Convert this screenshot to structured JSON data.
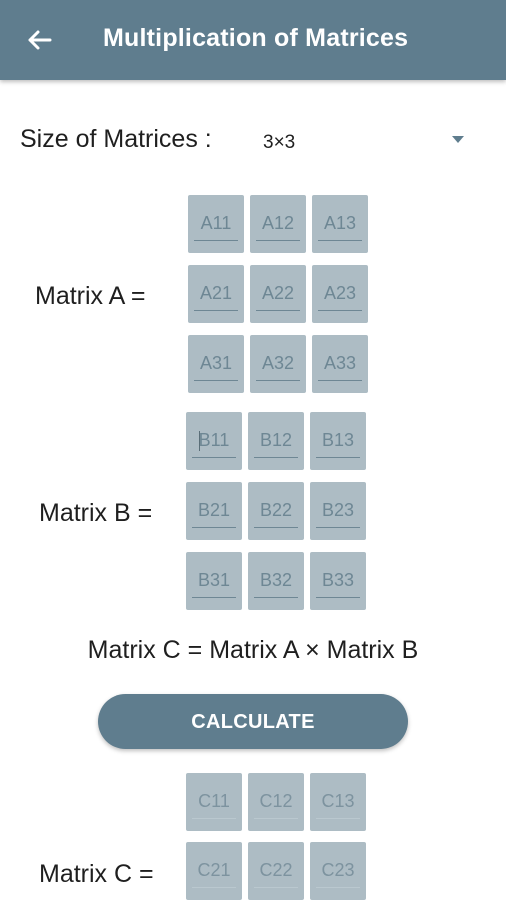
{
  "appbar": {
    "title": "Multiplication of Matrices",
    "back_icon": "arrow-left-icon",
    "color": "#5f7d8e"
  },
  "size": {
    "label": "Size of Matrices :",
    "value": "3×3"
  },
  "matrix_a": {
    "label": "Matrix A =",
    "cells": [
      [
        "A11",
        "A12",
        "A13"
      ],
      [
        "A21",
        "A22",
        "A23"
      ],
      [
        "A31",
        "A32",
        "A33"
      ]
    ]
  },
  "matrix_b": {
    "label": "Matrix B =",
    "cells": [
      [
        "B11",
        "B12",
        "B13"
      ],
      [
        "B21",
        "B22",
        "B23"
      ],
      [
        "B31",
        "B32",
        "B33"
      ]
    ]
  },
  "equation": "Matrix C = Matrix A × Matrix B",
  "calculate": {
    "label": "CALCULATE"
  },
  "matrix_c": {
    "label": "Matrix C =",
    "cells": [
      [
        "C11",
        "C12",
        "C13"
      ],
      [
        "C21",
        "C22",
        "C23"
      ]
    ]
  }
}
